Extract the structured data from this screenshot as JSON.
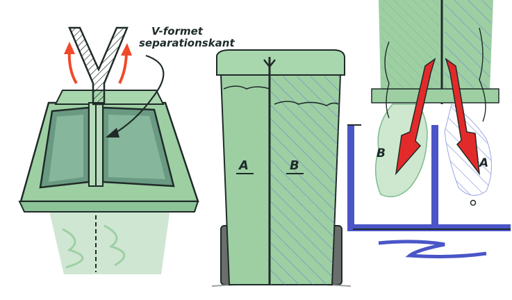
{
  "annotation": {
    "line1": "V-formet",
    "line2": "separationskant"
  },
  "front_view": {
    "label_a": "A",
    "label_b": "B"
  },
  "section_view": {
    "label_b": "B",
    "label_a": "A",
    "label_o": "o"
  },
  "colors": {
    "bin_green": "#9dcfa3",
    "bin_green_dark": "#6fae86",
    "outline": "#1f2a28",
    "arrow_red": "#e32a2a",
    "arrow_orange": "#ef4a2a",
    "hatch_blue": "#6f7fd6",
    "base_blue": "#4a55c8",
    "spill_green": "#cde8cf"
  }
}
